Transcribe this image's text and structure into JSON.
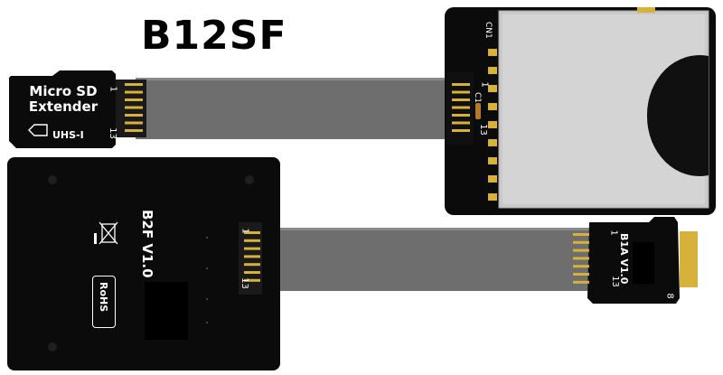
{
  "title": "B12SF",
  "microsd_board": {
    "line1": "Micro SD",
    "line2": "Extender",
    "spec": "UHS-I",
    "pin_first": "1",
    "pin_last": "13"
  },
  "sd_socket_board": {
    "ref_connector": "CN1",
    "ref_cap": "C1",
    "pin_first": "1",
    "pin_last": "13"
  },
  "b2f_board": {
    "version_label": "B2F V1.0",
    "rohs_label": "RoHS",
    "pin_first": "1",
    "pin_last": "13"
  },
  "b1a_board": {
    "version_label": "B1A V1.0",
    "pin_first": "1",
    "pin_last": "13",
    "pad_label": "8"
  },
  "colors": {
    "pcb": "#0b0b0b",
    "flex_cable": "#6e6e6e",
    "gold_pads": "#d7b23a",
    "socket_metal": "#c9c9c9"
  }
}
